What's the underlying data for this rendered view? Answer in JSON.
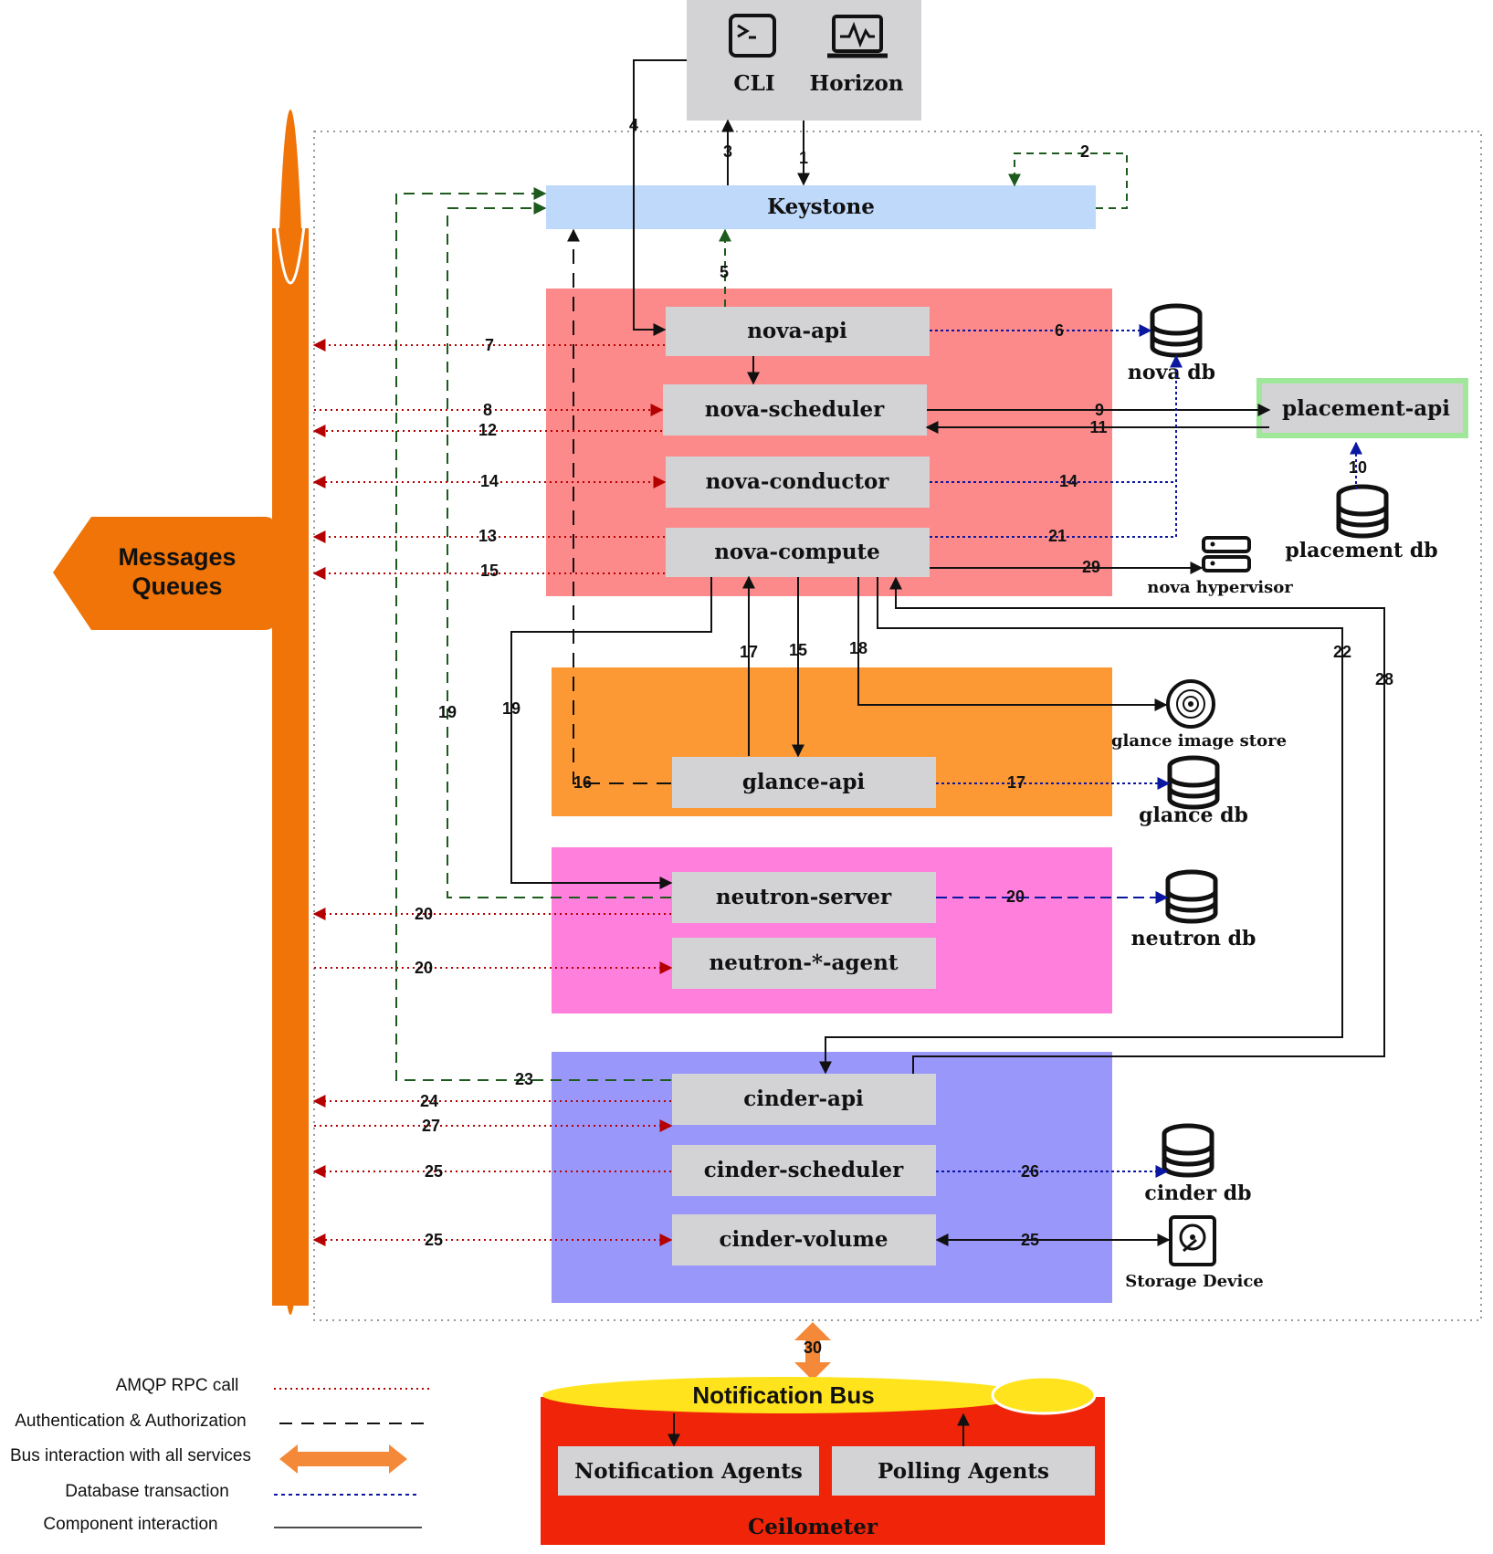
{
  "clients": {
    "cli": "CLI",
    "horizon": "Horizon"
  },
  "keystone": "Keystone",
  "message_queues": {
    "line1": "Messages",
    "line2": "Queues"
  },
  "nova": {
    "api": "nova-api",
    "scheduler": "nova-scheduler",
    "conductor": "nova-conductor",
    "compute": "nova-compute"
  },
  "glance": {
    "api": "glance-api"
  },
  "neutron": {
    "server": "neutron-server",
    "agent": "neutron-*-agent"
  },
  "cinder": {
    "api": "cinder-api",
    "scheduler": "cinder-scheduler",
    "volume": "cinder-volume"
  },
  "placement_api": "placement-api",
  "stores": {
    "nova_db": "nova db",
    "placement_db": "placement db",
    "nova_hypervisor": "nova hypervisor",
    "glance_image_store": "glance image store",
    "glance_db": "glance db",
    "neutron_db": "neutron db",
    "cinder_db": "cinder db",
    "storage_device": "Storage Device"
  },
  "ceilometer": {
    "bus": "Notification Bus",
    "notification_agents": "Notification Agents",
    "polling_agents": "Polling Agents",
    "name": "Ceilometer"
  },
  "legend": {
    "amqp": "AMQP RPC call",
    "auth": "Authentication & Authorization",
    "bus": "Bus interaction with all services",
    "db": "Database transaction",
    "component": "Component interaction"
  },
  "steps": {
    "s1": "1",
    "s2": "2",
    "s3": "3",
    "s4": "4",
    "s5": "5",
    "s6": "6",
    "s7": "7",
    "s8": "8",
    "s9": "9",
    "s10": "10",
    "s11": "11",
    "s12": "12",
    "s13": "13",
    "s14": "14",
    "s15": "15",
    "s16": "16",
    "s17": "17",
    "s18": "18",
    "s19": "19",
    "s20": "20",
    "s21": "21",
    "s22": "22",
    "s23": "23",
    "s24": "24",
    "s25": "25",
    "s26": "26",
    "s27": "27",
    "s28": "28",
    "s29": "29",
    "s30": "30"
  },
  "colors": {
    "orange": "#f07408",
    "keystone": "#bfd9fb",
    "nova_group": "#fd8a8a",
    "glance_group": "#fd9935",
    "neutron_group": "#ff80dc",
    "cinder_group": "#9a97fb",
    "service_box": "#d3d3d6",
    "amqp": "#b40000",
    "db": "#0a17a0",
    "auth": "#1d5a1d",
    "ceilometer": "#f02408",
    "bus_yellow": "#ffe41d"
  }
}
